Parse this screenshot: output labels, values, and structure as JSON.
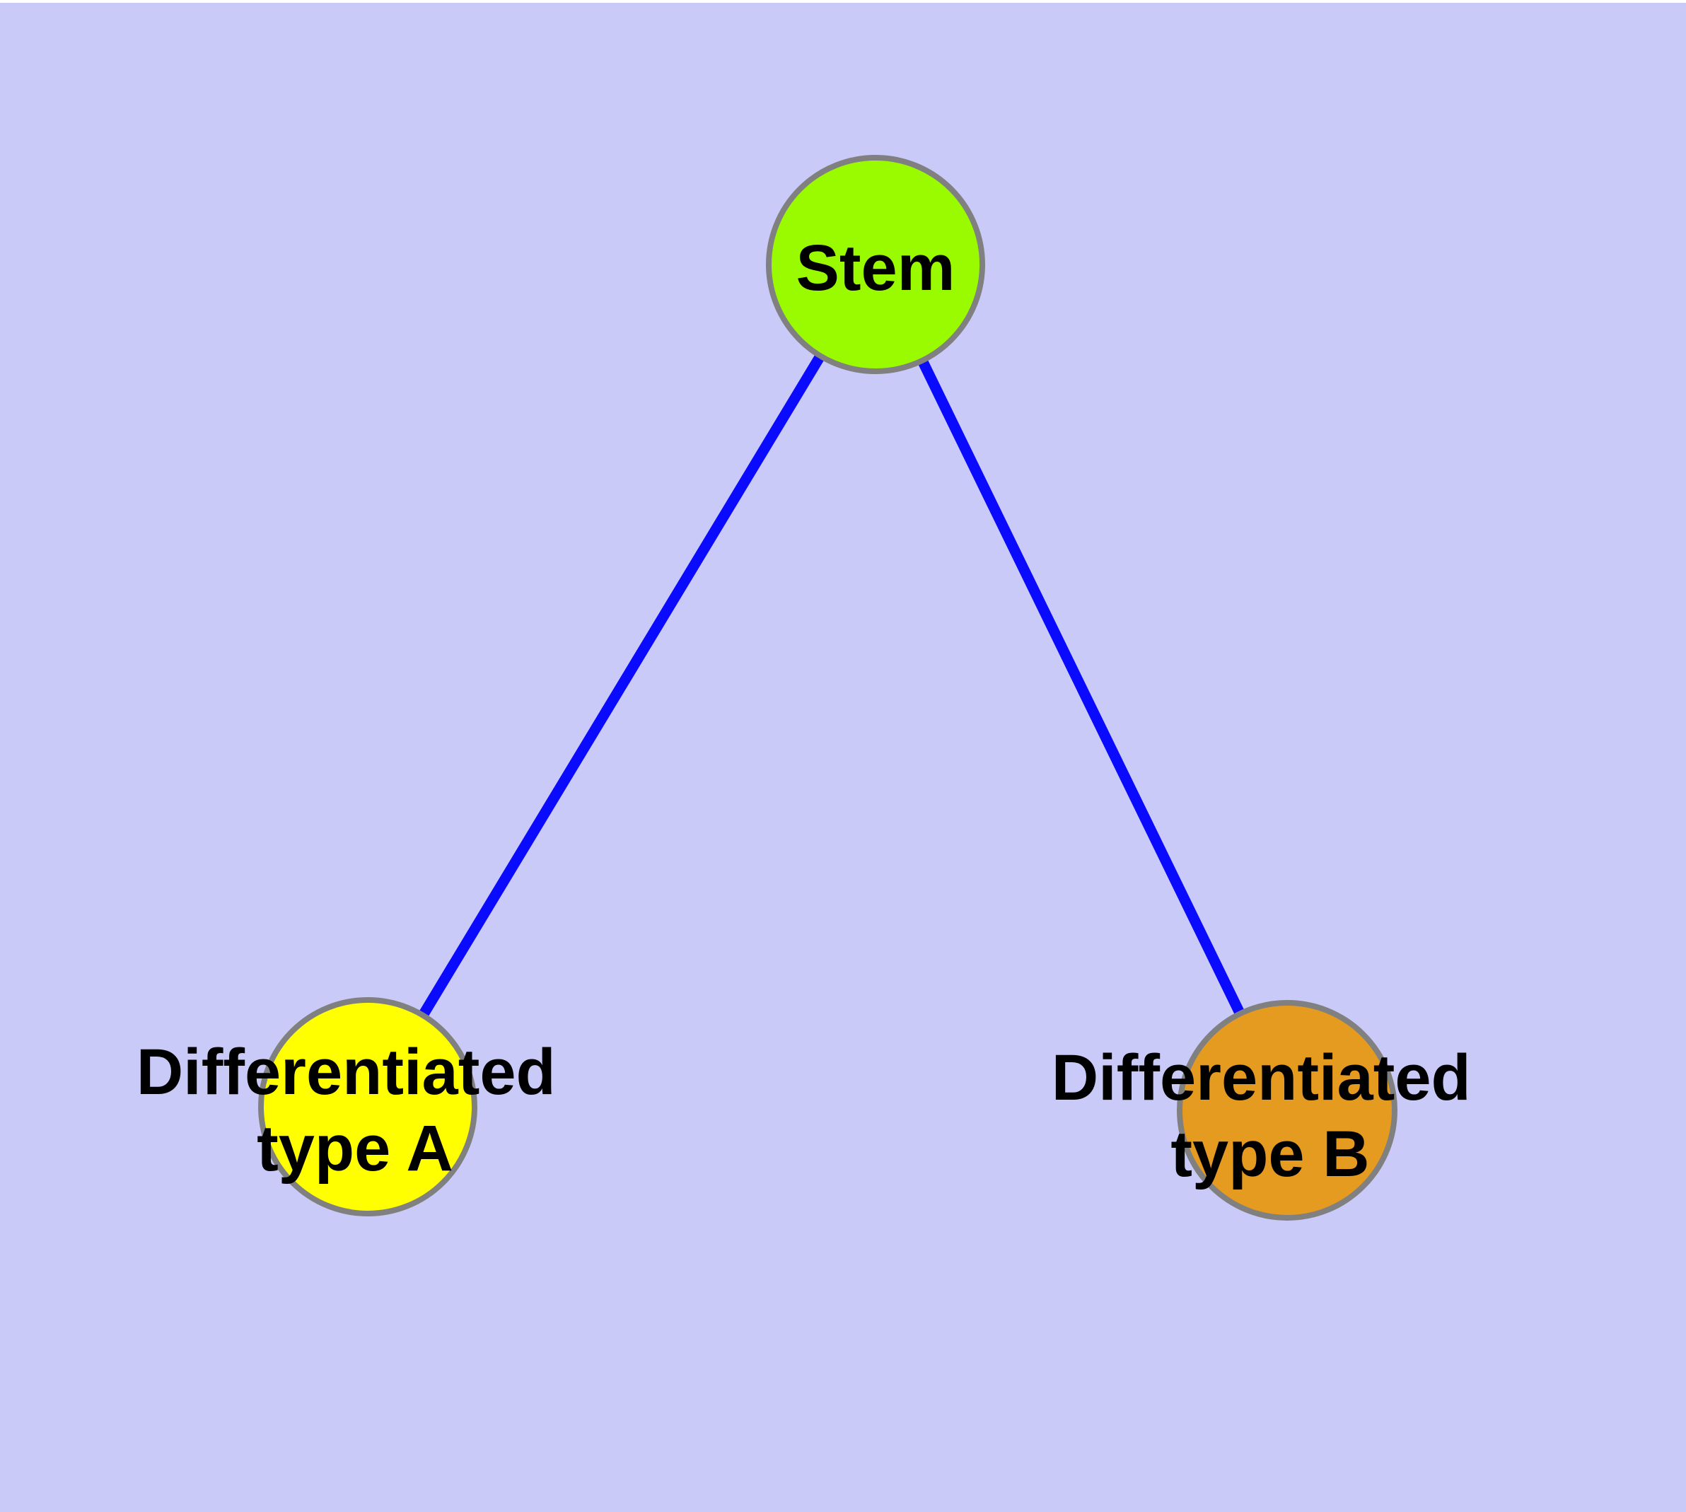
{
  "diagram": {
    "type": "node-link-graph",
    "colors": {
      "background": "#CACAF8",
      "top_border": "#FFFFFF",
      "edge": "#0A0AFF",
      "node_border": "#808080",
      "label_text": "#000000"
    },
    "nodes": [
      {
        "id": "stem",
        "label": "Stem",
        "fill": "#9AFB00"
      },
      {
        "id": "differentiated-type-a",
        "label": "Differentiated type A",
        "label_lines": [
          "Differentiated",
          "type A"
        ],
        "fill": "#FFFF00"
      },
      {
        "id": "differentiated-type-b",
        "label": "Differentiated type B",
        "label_lines": [
          "Differentiated",
          "type B"
        ],
        "fill": "#E59A20"
      }
    ],
    "edges": [
      {
        "from": "Stem",
        "to": "Differentiated type A"
      },
      {
        "from": "Stem",
        "to": "Differentiated type B"
      }
    ]
  }
}
